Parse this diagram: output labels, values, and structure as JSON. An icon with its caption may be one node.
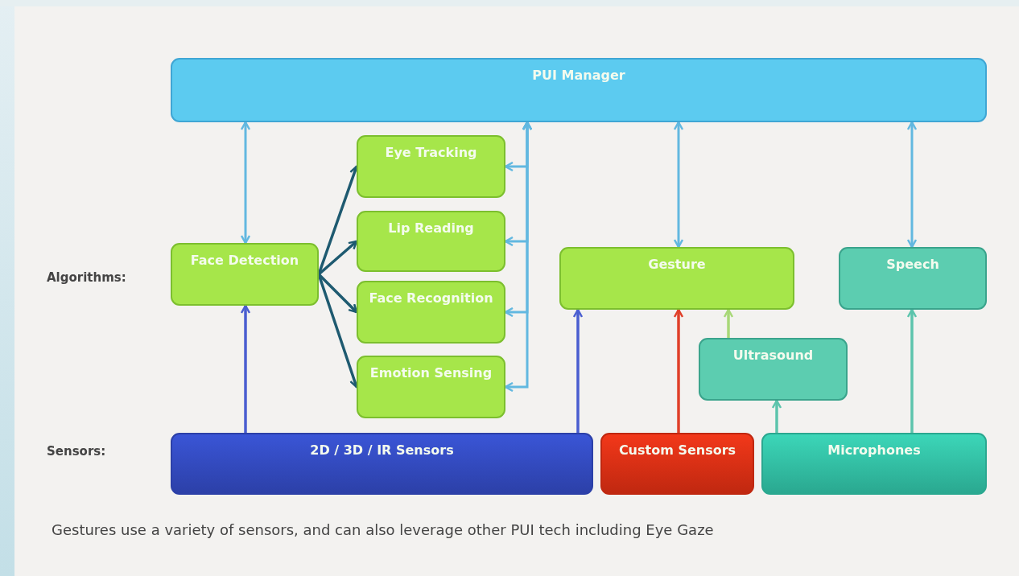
{
  "diagram": {
    "caption": "Gestures use a variety of sensors, and can also leverage other PUI tech including Eye Gaze",
    "nodes": [
      {
        "text": [
          "PUI Manager"
        ]
      },
      {
        "text": [
          "Eye Tracking"
        ]
      },
      {
        "text": [
          "Lip Reading"
        ]
      },
      {
        "text": [
          "Face Detection"
        ]
      },
      {
        "text": [
          "Face Recognition"
        ]
      },
      {
        "text": [
          "Emotion Sensing"
        ]
      },
      {
        "text": [
          "Gesture"
        ]
      },
      {
        "text": [
          "Speech"
        ]
      },
      {
        "text": [
          "Ultrasound"
        ]
      },
      {
        "text": [
          "2D / 3D / IR Sensors"
        ]
      },
      {
        "text": [
          "Custom Sensors"
        ]
      },
      {
        "text": [
          "Microphones"
        ]
      }
    ],
    "edges": [
      {
        "from": 0,
        "to": 3,
        "arrow": "both"
      },
      {
        "from": 3,
        "to": 1,
        "arrow": "to",
        "color": "#1e5a70"
      },
      {
        "from": 3,
        "to": 2,
        "arrow": "to",
        "color": "#1e5a70"
      },
      {
        "from": 3,
        "to": 4,
        "arrow": "to",
        "color": "#1e5a70"
      },
      {
        "from": 3,
        "to": 5,
        "arrow": "to",
        "color": "#1e5a70"
      },
      {
        "from": 0,
        "to": 1,
        "arrow": "both"
      },
      {
        "from": 0,
        "to": 2,
        "arrow": "both"
      },
      {
        "from": 0,
        "to": 4,
        "arrow": "both"
      },
      {
        "from": 0,
        "to": 5,
        "arrow": "both"
      },
      {
        "from": 0,
        "to": 6,
        "arrow": "both"
      },
      {
        "from": 0,
        "to": 7,
        "arrow": "both"
      },
      {
        "from": 9,
        "to": 3,
        "arrow": "to",
        "color": "#4a5ed0"
      },
      {
        "from": 9,
        "to": 6,
        "arrow": "to",
        "color": "#4a5ed0"
      },
      {
        "from": 10,
        "to": 6,
        "arrow": "to",
        "color": "#e0402a"
      },
      {
        "from": 8,
        "to": 6,
        "arrow": "to",
        "color": "#a8d878"
      },
      {
        "from": 11,
        "to": 8,
        "arrow": "to",
        "color": "#5cc4ac"
      },
      {
        "from": 11,
        "to": 7,
        "arrow": "to",
        "color": "#5cc4ac"
      }
    ],
    "labels": [
      "Algorithms:",
      "Sensors:"
    ]
  }
}
